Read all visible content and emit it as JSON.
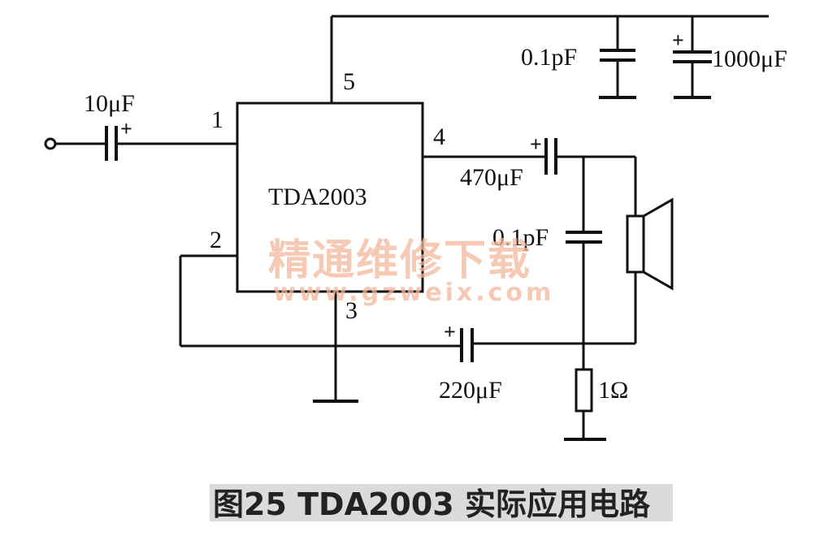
{
  "ic": {
    "name": "TDA2003",
    "pins": [
      "1",
      "2",
      "3",
      "4",
      "5"
    ]
  },
  "components": {
    "c_in": "10μF",
    "c_supply_small": "0.1pF",
    "c_supply_big": "1000μF",
    "c_out": "470μF",
    "c_zobel": "0.1pF",
    "c_feedback": "220μF",
    "r_zobel": "1Ω"
  },
  "polarity_mark": "+",
  "watermark": {
    "text": "精通维修下载",
    "url": "www.gzweix.com"
  },
  "caption": "图25  TDA2003 实际应用电路",
  "colors": {
    "line": "#111111",
    "watermark": "#f4b79c",
    "background": "#ffffff"
  }
}
